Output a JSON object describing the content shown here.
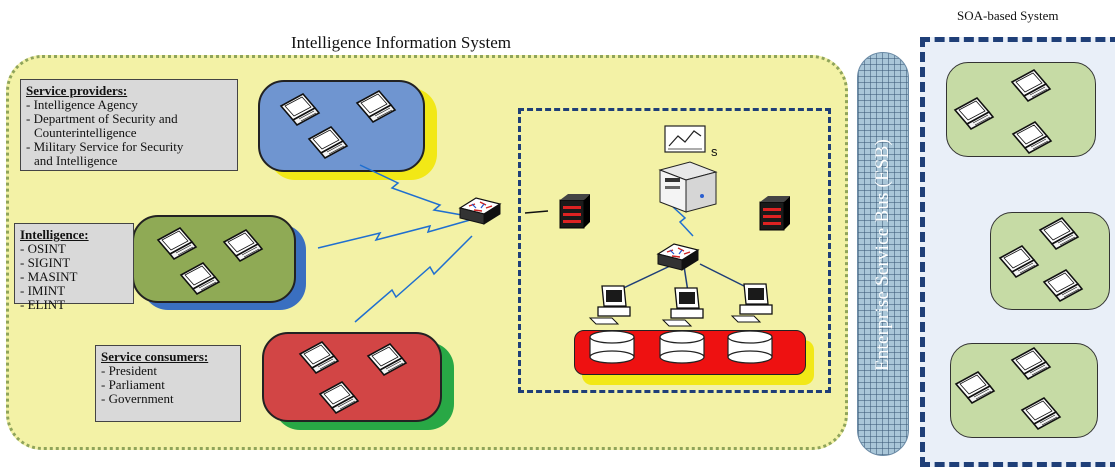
{
  "titles": {
    "main": "Intelligence Information System",
    "soa": "SOA-based System",
    "esb": "Enterprise Service Bus (ESB)"
  },
  "service_providers": {
    "heading": "Service providers:",
    "lines": [
      "- Intelligence Agency",
      "- Department of Security and",
      "  Counterintelligence",
      "- Military Service for Security",
      "  and Intelligence"
    ]
  },
  "intelligence": {
    "heading": "Intelligence:",
    "lines": [
      "- OSINT",
      "- SIGINT",
      "- MASINT",
      "- IMINT",
      "- ELINT"
    ]
  },
  "service_consumers": {
    "heading": "Service consumers:",
    "lines": [
      "- President",
      "- Parliament",
      "- Government"
    ]
  },
  "server_label": "s",
  "colors": {
    "region_fill": "#f3f2a6",
    "region_border": "#8fa45a",
    "provider_group": "#6f95d0",
    "intelligence_group": "#8faa55",
    "consumer_group": "#d24545",
    "storage_bar": "#ee1111",
    "soa_fill": "#e9eff8",
    "soa_border": "#1f3f78",
    "soa_group": "#c6dba5",
    "link": "#1f6fd0"
  },
  "icons": [
    "laptop-icon",
    "network-switch-icon",
    "firewall-icon",
    "server-icon",
    "desktop-computer-icon",
    "database-disk-icon",
    "chart-document-icon",
    "lightning-link-icon"
  ]
}
